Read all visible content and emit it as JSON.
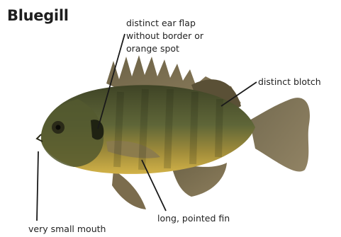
{
  "title": "Bluegill",
  "labels": {
    "ear_flap": "distinct ear flap without border or orange spot",
    "blotch": "distinct blotch",
    "fin": "long, pointed fin",
    "mouth": "very small mouth"
  },
  "colors": {
    "body_dark": "#4d5230",
    "body_mid": "#6b7040",
    "belly": "#c9a83a",
    "fins": "#7a6e55",
    "leader_line": "#1a1a1a"
  }
}
